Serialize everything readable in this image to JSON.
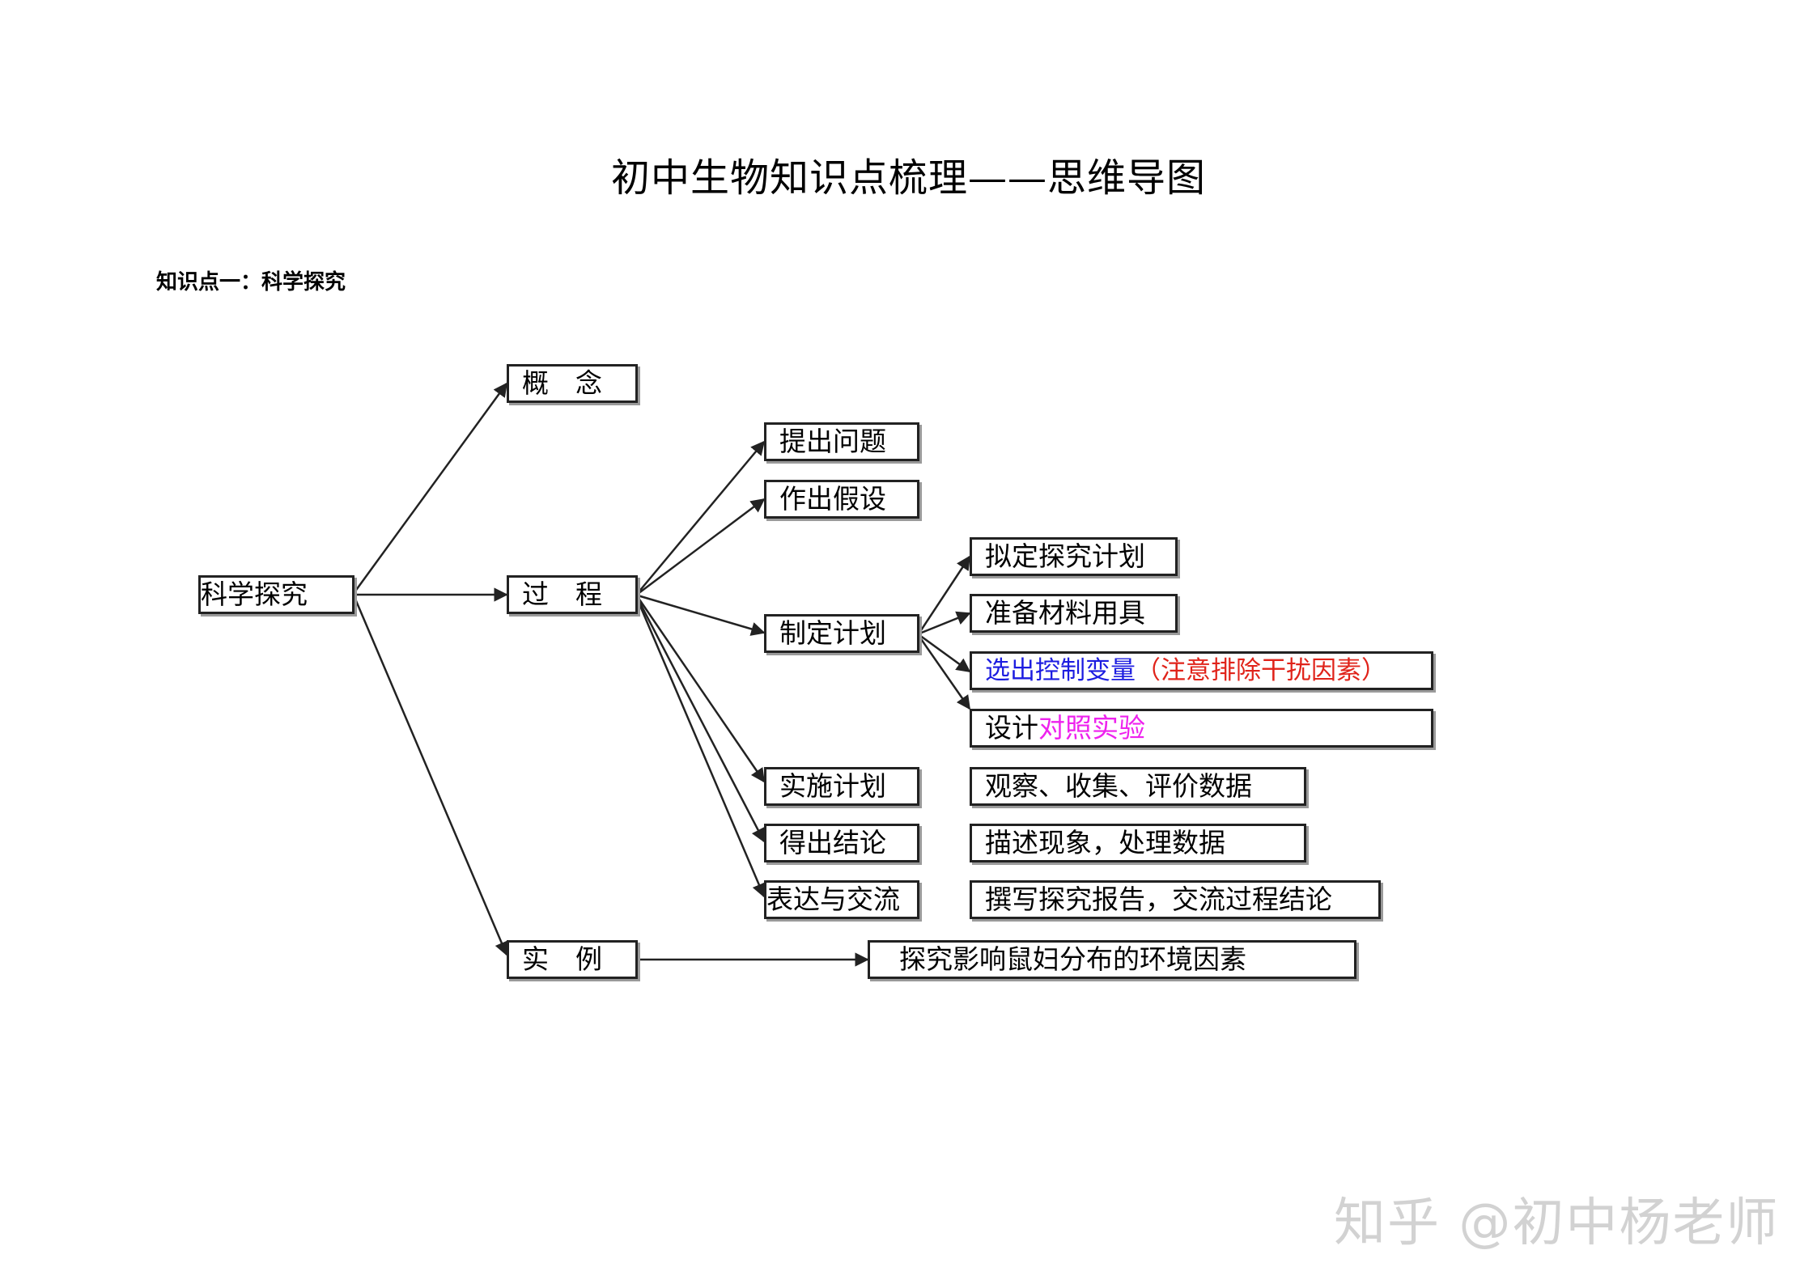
{
  "title": "初中生物知识点梳理——思维导图",
  "section": "知识点一：科学探究",
  "root": "科学探究",
  "branches": {
    "concept": "概　念",
    "process": "过　程",
    "example": "实　例"
  },
  "steps": {
    "question": "提出问题",
    "hypothesis": "作出假设",
    "plan": "制定计划",
    "implement": "实施计划",
    "conclude": "得出结论",
    "communicate": "表达与交流"
  },
  "plan_items": {
    "draft": "拟定探究计划",
    "materials": "准备材料用具",
    "variable": "选出控制变量",
    "variable_note": "（注意排除干扰因素）",
    "design_prefix": "设计",
    "design_highlight": "对照实验"
  },
  "details": {
    "implement": "观察、收集、评价数据",
    "conclude": "描述现象，处理数据",
    "communicate": "撰写探究报告，交流过程结论",
    "example": "探究影响鼠妇分布的环境因素"
  },
  "watermark": "知乎 @初中杨老师",
  "colors": {
    "blue": "#1c1ce0",
    "red": "#e0231a",
    "magenta": "#ee22ee",
    "line": "#222222"
  }
}
